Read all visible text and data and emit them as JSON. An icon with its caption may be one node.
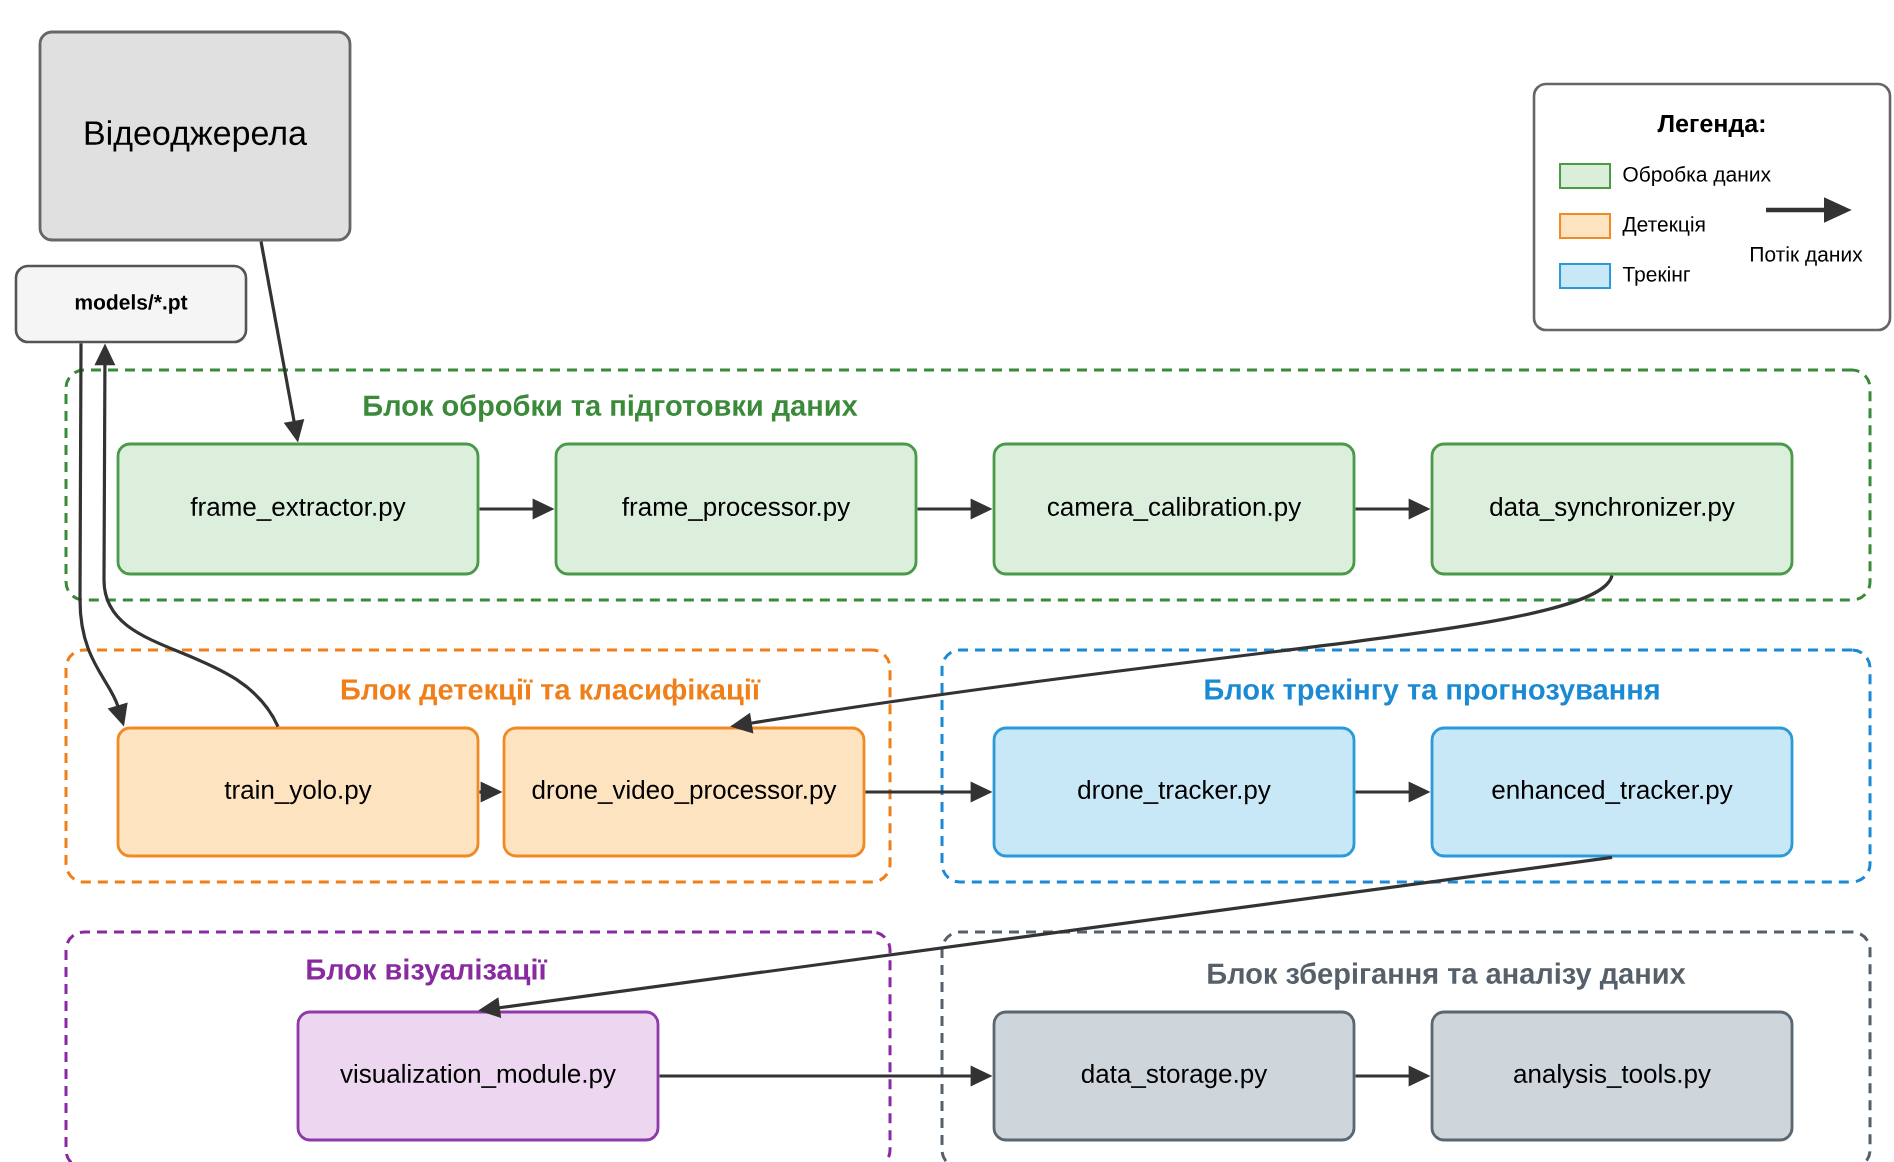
{
  "diagram": {
    "nodes": [
      {
        "text": [
          "Відеоджерела"
        ]
      },
      {
        "text": [
          "models/*.pt"
        ]
      },
      {
        "text": [
          "Блок обробки та підготовки даних"
        ]
      },
      {
        "text": [
          "frame_extractor.py"
        ],
        "in": 2
      },
      {
        "text": [
          "frame_processor.py"
        ],
        "in": 2
      },
      {
        "text": [
          "camera_calibration.py"
        ],
        "in": 2
      },
      {
        "text": [
          "data_synchronizer.py"
        ],
        "in": 2
      },
      {
        "text": [
          "Блок детекції та класифікації"
        ]
      },
      {
        "text": [
          "train_yolo.py"
        ],
        "in": 7
      },
      {
        "text": [
          "drone_video_processor.py"
        ],
        "in": 7
      },
      {
        "text": [
          "Блок трекінгу та прогнозування"
        ]
      },
      {
        "text": [
          "drone_tracker.py"
        ],
        "in": 10
      },
      {
        "text": [
          "enhanced_tracker.py"
        ],
        "in": 10
      },
      {
        "text": [
          "Блок візуалізації"
        ]
      },
      {
        "text": [
          "visualization_module.py"
        ],
        "in": 13
      },
      {
        "text": [
          "Блок зберігання та аналізу даних"
        ]
      },
      {
        "text": [
          "data_storage.py"
        ],
        "in": 15
      },
      {
        "text": [
          "analysis_tools.py"
        ],
        "in": 15
      }
    ],
    "edges": [
      {
        "from": 0,
        "to": 3,
        "arrow": "to"
      },
      {
        "from": 1,
        "to": 8,
        "arrow": "to"
      },
      {
        "from": 8,
        "to": 1,
        "arrow": "to"
      },
      {
        "from": 3,
        "to": 4,
        "arrow": "to"
      },
      {
        "from": 4,
        "to": 5,
        "arrow": "to"
      },
      {
        "from": 5,
        "to": 6,
        "arrow": "to"
      },
      {
        "from": 6,
        "to": 9,
        "arrow": "to"
      },
      {
        "from": 8,
        "to": 9,
        "arrow": "to"
      },
      {
        "from": 9,
        "to": 11,
        "arrow": "to"
      },
      {
        "from": 11,
        "to": 12,
        "arrow": "to"
      },
      {
        "from": 12,
        "to": 14,
        "arrow": "to"
      },
      {
        "from": 14,
        "to": 16,
        "arrow": "to"
      },
      {
        "from": 16,
        "to": 17,
        "arrow": "to"
      }
    ],
    "labels": [
      "Легенда:"
    ],
    "legend": [
      {
        "text": "Обробка даних",
        "color": "#d9efd9"
      },
      {
        "text": "Детекція",
        "color": "#fde3c0"
      },
      {
        "text": "Трекінг",
        "color": "#c8e8f8"
      },
      {
        "text": "Потік даних"
      }
    ]
  }
}
